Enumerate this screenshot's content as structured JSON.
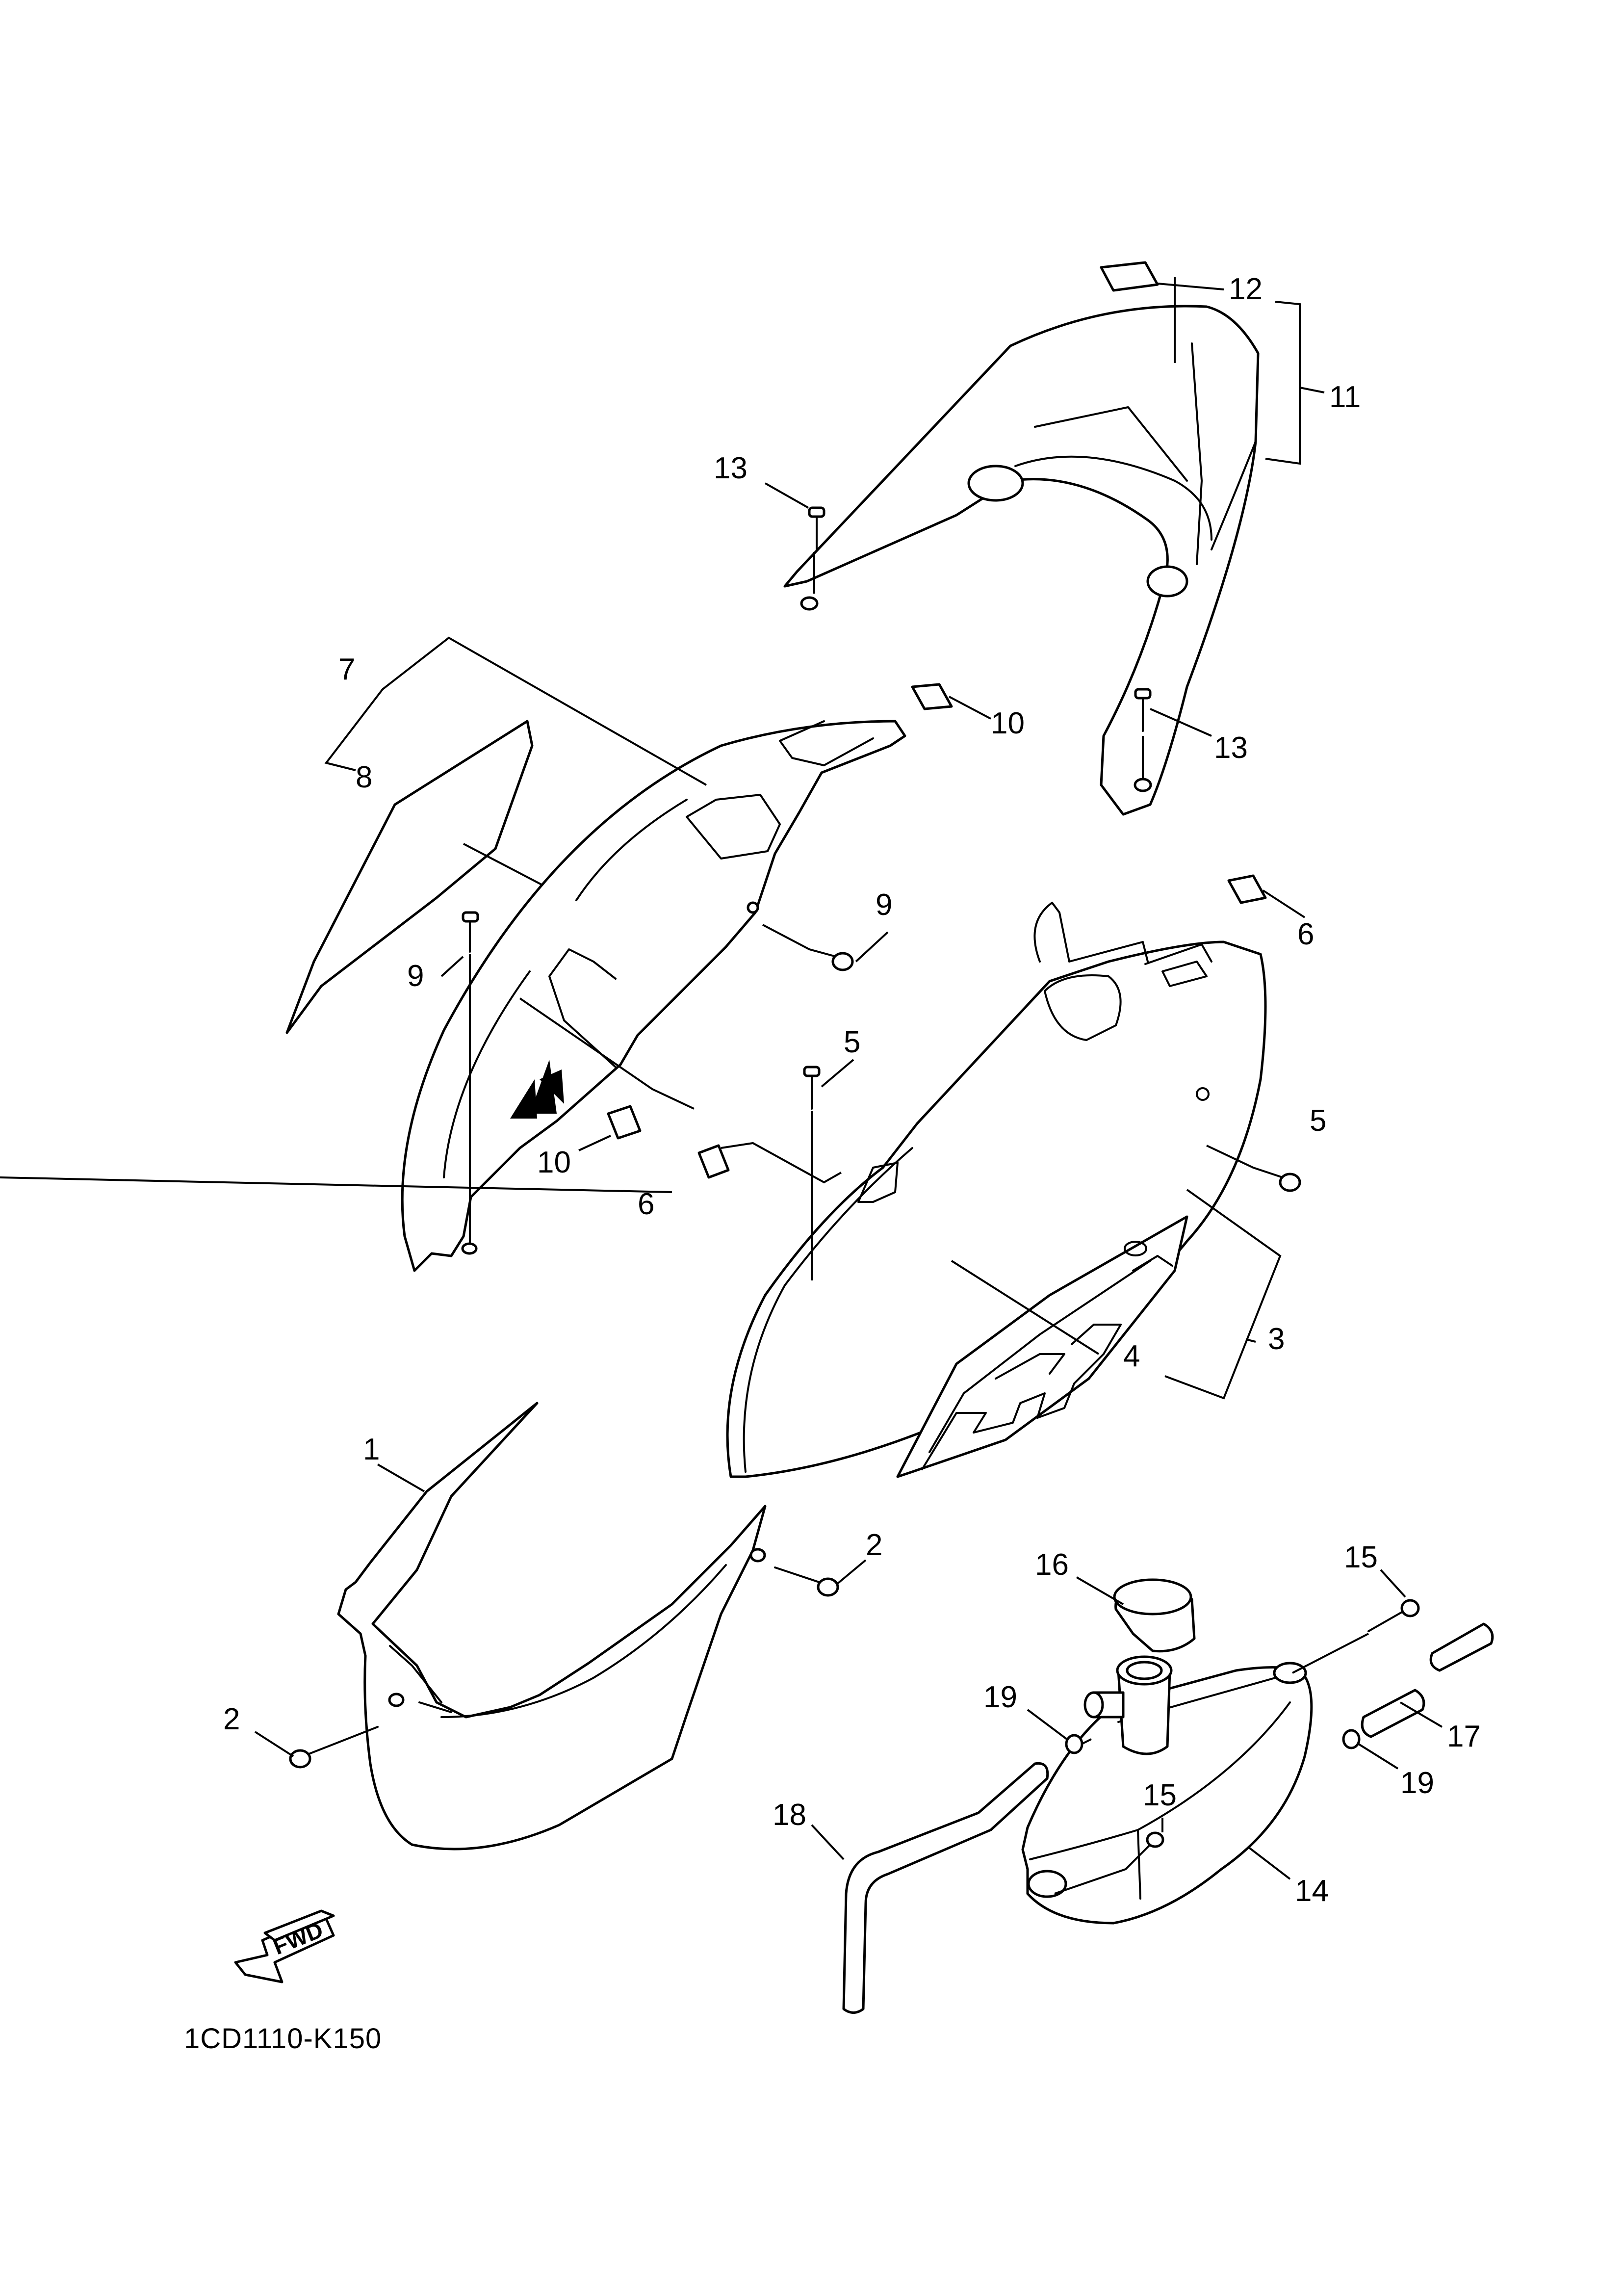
{
  "diagram_code": "1CD1110-K150",
  "fwd_label": "FWD",
  "callouts": [
    "1",
    "2",
    "2",
    "3",
    "4",
    "5",
    "5",
    "6",
    "6",
    "7",
    "8",
    "9",
    "9",
    "10",
    "10",
    "11",
    "12",
    "13",
    "13",
    "14",
    "15",
    "15",
    "16",
    "17",
    "18",
    "19",
    "19"
  ]
}
